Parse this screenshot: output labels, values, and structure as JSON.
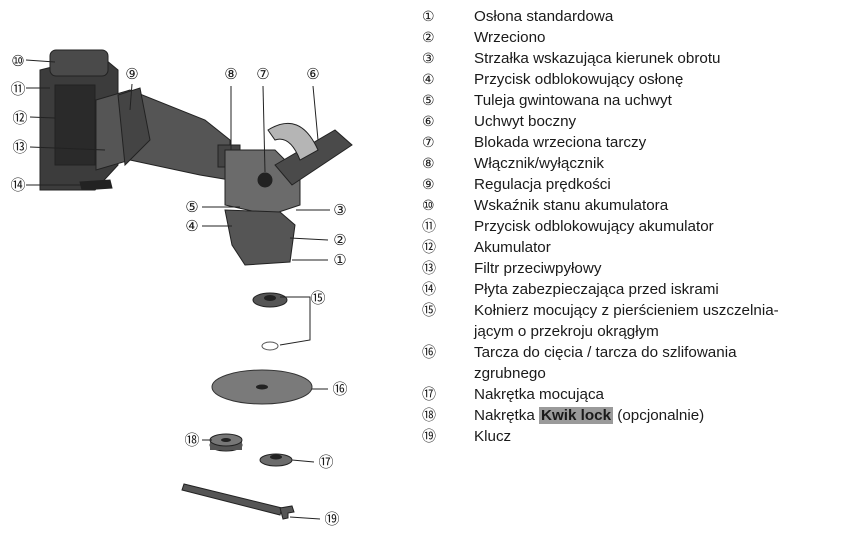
{
  "legend": [
    {
      "num": "①",
      "text": "Osłona standardowa"
    },
    {
      "num": "②",
      "text": "Wrzeciono"
    },
    {
      "num": "③",
      "text": "Strzałka wskazująca kierunek obrotu"
    },
    {
      "num": "④",
      "text": "Przycisk odblokowujący osłonę"
    },
    {
      "num": "⑤",
      "text": "Tuleja gwintowana na uchwyt"
    },
    {
      "num": "⑥",
      "text": "Uchwyt boczny"
    },
    {
      "num": "⑦",
      "text": "Blokada wrzeciona tarczy"
    },
    {
      "num": "⑧",
      "text": "Włącznik/wyłącznik"
    },
    {
      "num": "⑨",
      "text": "Regulacja prędkości"
    },
    {
      "num": "⑩",
      "text": "Wskaźnik stanu akumulatora"
    },
    {
      "num": "⑪",
      "text": "Przycisk odblokowujący akumulator"
    },
    {
      "num": "⑫",
      "text": "Akumulator"
    },
    {
      "num": "⑬",
      "text": "Filtr przeciwpyłowy"
    },
    {
      "num": "⑭",
      "text": "Płyta zabezpieczająca przed iskrami"
    },
    {
      "num": "⑮",
      "text": "Kołnierz mocujący z pierścieniem uszczelnia-",
      "text2": "jącym o przekroju okrągłym"
    },
    {
      "num": "⑯",
      "text": "Tarcza do cięcia / tarcza do szlifowania",
      "text2": "zgrubnego"
    },
    {
      "num": "⑰",
      "text": "Nakrętka mocująca"
    },
    {
      "num": "⑱",
      "text": "Nakrętka ",
      "highlight": "Kwik lock",
      "text_after": " (opcjonalnie)"
    },
    {
      "num": "⑲",
      "text": "Klucz"
    }
  ],
  "callouts": {
    "c1": "①",
    "c2": "②",
    "c3": "③",
    "c4": "④",
    "c5": "⑤",
    "c6": "⑥",
    "c7": "⑦",
    "c8": "⑧",
    "c9": "⑨",
    "c10": "⑩",
    "c11": "⑪",
    "c12": "⑫",
    "c13": "⑬",
    "c14": "⑭",
    "c15": "⑮",
    "c16": "⑯",
    "c17": "⑰",
    "c18": "⑱",
    "c19": "⑲"
  },
  "colors": {
    "ink": "#1a1a1a",
    "tool_dark": "#3a3a3a",
    "tool_mid": "#6b6b6b",
    "tool_light": "#a8a8a8",
    "highlight": "#9a9a9a"
  }
}
